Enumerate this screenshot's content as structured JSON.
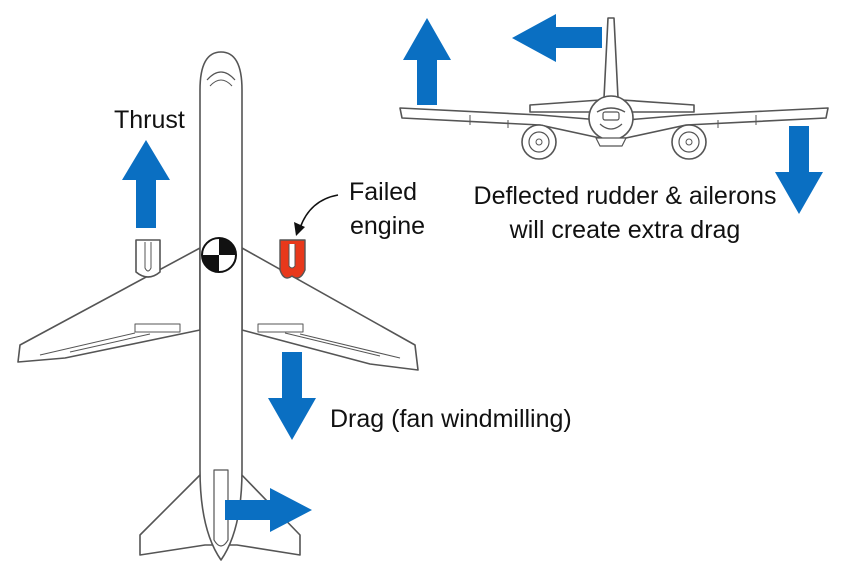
{
  "labels": {
    "thrust": "Thrust",
    "failed_engine_line1": "Failed",
    "failed_engine_line2": "engine",
    "drag": "Drag (fan windmilling)",
    "rudder_line1": "Deflected rudder & ailerons",
    "rudder_line2": "will create extra drag"
  },
  "colors": {
    "arrow": "#0a6fc2",
    "failed_engine": "#e8381b",
    "outline": "#555555",
    "text": "#111111"
  },
  "icons": {
    "center_of_gravity": "cg-marker-icon",
    "callout": "curved-pointer-arrow-icon"
  }
}
